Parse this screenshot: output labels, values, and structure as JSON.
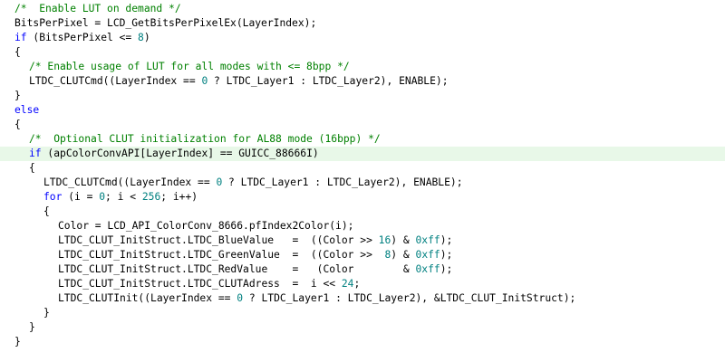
{
  "editor": {
    "colors": {
      "background": "#ffffff",
      "plain": "#000000",
      "comment": "#008000",
      "keyword": "#0000ff",
      "number": "#008080",
      "current_line": "#e8f2fe",
      "highlighted_line": "#e8f8e8"
    },
    "lines": [
      {
        "indent": 2,
        "tokens": [
          {
            "t": "/*  Enable LUT on demand */",
            "k": "comment"
          }
        ]
      },
      {
        "indent": 2,
        "tokens": [
          {
            "t": "BitsPerPixel = LCD_GetBitsPerPixelEx(LayerIndex);",
            "k": "plain"
          }
        ]
      },
      {
        "indent": 2,
        "tokens": [
          {
            "t": "if",
            "k": "keyword"
          },
          {
            "t": " (BitsPerPixel <= ",
            "k": "plain"
          },
          {
            "t": "8",
            "k": "number"
          },
          {
            "t": ")",
            "k": "plain"
          }
        ]
      },
      {
        "indent": 2,
        "tokens": [
          {
            "t": "{",
            "k": "plain"
          }
        ]
      },
      {
        "indent": 4,
        "tokens": [
          {
            "t": "/* Enable usage of LUT for all modes with <= 8bpp */",
            "k": "comment"
          }
        ]
      },
      {
        "indent": 4,
        "tokens": [
          {
            "t": "LTDC_CLUTCmd((LayerIndex == ",
            "k": "plain"
          },
          {
            "t": "0",
            "k": "number"
          },
          {
            "t": " ? LTDC_Layer1 : LTDC_Layer2), ENABLE);",
            "k": "plain"
          }
        ]
      },
      {
        "indent": 2,
        "tokens": [
          {
            "t": "}",
            "k": "plain"
          }
        ]
      },
      {
        "indent": 2,
        "tokens": [
          {
            "t": "else",
            "k": "keyword"
          }
        ]
      },
      {
        "indent": 2,
        "tokens": [
          {
            "t": "{",
            "k": "plain"
          }
        ]
      },
      {
        "indent": 4,
        "tokens": [
          {
            "t": "/*  Optional CLUT initialization for AL88 mode (16bpp) */",
            "k": "comment"
          }
        ]
      },
      {
        "indent": 4,
        "highlight": true,
        "tokens": [
          {
            "t": "if",
            "k": "keyword"
          },
          {
            "t": " (apColorConvAPI[LayerIndex] == GUICC_88666I)",
            "k": "plain"
          }
        ]
      },
      {
        "indent": 4,
        "tokens": [
          {
            "t": "{",
            "k": "plain"
          }
        ]
      },
      {
        "indent": 6,
        "tokens": [
          {
            "t": "LTDC_CLUTCmd((LayerIndex == ",
            "k": "plain"
          },
          {
            "t": "0",
            "k": "number"
          },
          {
            "t": " ? LTDC_Layer1 : LTDC_Layer2), ENABLE);",
            "k": "plain"
          }
        ]
      },
      {
        "indent": 6,
        "tokens": [
          {
            "t": "for",
            "k": "keyword"
          },
          {
            "t": " (i = ",
            "k": "plain"
          },
          {
            "t": "0",
            "k": "number"
          },
          {
            "t": "; i < ",
            "k": "plain"
          },
          {
            "t": "256",
            "k": "number"
          },
          {
            "t": "; i++)",
            "k": "plain"
          }
        ]
      },
      {
        "indent": 6,
        "tokens": [
          {
            "t": "{",
            "k": "plain"
          }
        ]
      },
      {
        "indent": 8,
        "tokens": [
          {
            "t": "Color = LCD_API_ColorConv_8666.pfIndex2Color(i);",
            "k": "plain"
          }
        ]
      },
      {
        "indent": 8,
        "tokens": [
          {
            "t": "LTDC_CLUT_InitStruct.LTDC_BlueValue   =  ((Color >> ",
            "k": "plain"
          },
          {
            "t": "16",
            "k": "number"
          },
          {
            "t": ") & ",
            "k": "plain"
          },
          {
            "t": "0xff",
            "k": "number"
          },
          {
            "t": ");",
            "k": "plain"
          }
        ]
      },
      {
        "indent": 8,
        "tokens": [
          {
            "t": "LTDC_CLUT_InitStruct.LTDC_GreenValue  =  ((Color >>  ",
            "k": "plain"
          },
          {
            "t": "8",
            "k": "number"
          },
          {
            "t": ") & ",
            "k": "plain"
          },
          {
            "t": "0xff",
            "k": "number"
          },
          {
            "t": ");",
            "k": "plain"
          }
        ]
      },
      {
        "indent": 8,
        "tokens": [
          {
            "t": "LTDC_CLUT_InitStruct.LTDC_RedValue    =   (Color        & ",
            "k": "plain"
          },
          {
            "t": "0xff",
            "k": "number"
          },
          {
            "t": ");",
            "k": "plain"
          }
        ]
      },
      {
        "indent": 8,
        "tokens": [
          {
            "t": "LTDC_CLUT_InitStruct.LTDC_CLUTAdress  =  i << ",
            "k": "plain"
          },
          {
            "t": "24",
            "k": "number"
          },
          {
            "t": ";",
            "k": "plain"
          }
        ]
      },
      {
        "indent": 8,
        "tokens": [
          {
            "t": "LTDC_CLUTInit((LayerIndex == ",
            "k": "plain"
          },
          {
            "t": "0",
            "k": "number"
          },
          {
            "t": " ? LTDC_Layer1 : LTDC_Layer2), &LTDC_CLUT_InitStruct);",
            "k": "plain"
          }
        ]
      },
      {
        "indent": 6,
        "tokens": [
          {
            "t": "}",
            "k": "plain"
          }
        ]
      },
      {
        "indent": 4,
        "tokens": [
          {
            "t": "}",
            "k": "plain"
          }
        ]
      },
      {
        "indent": 2,
        "tokens": [
          {
            "t": "}",
            "k": "plain"
          }
        ]
      }
    ]
  }
}
